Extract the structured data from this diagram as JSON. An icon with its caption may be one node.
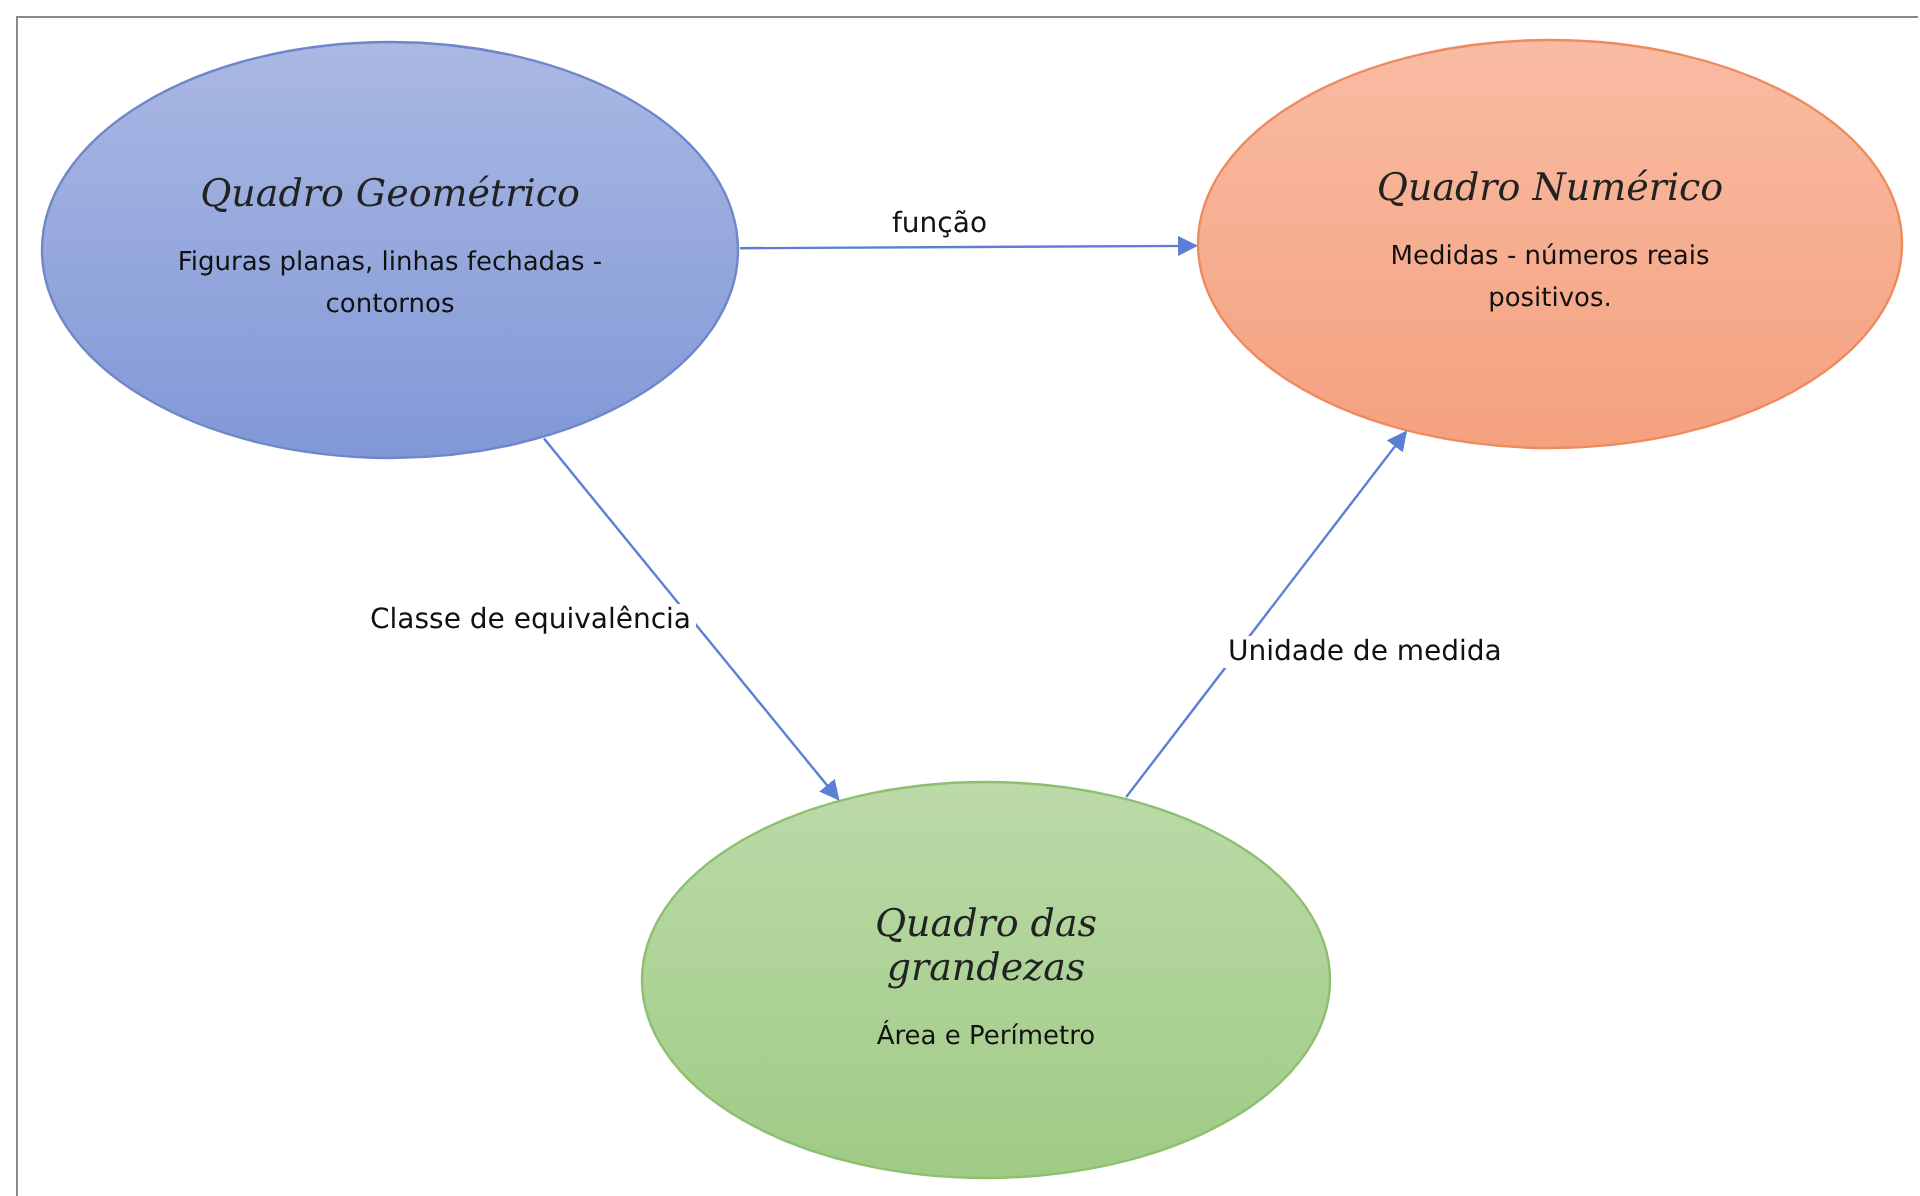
{
  "diagram": {
    "nodes": [
      {
        "text": [
          "Quadro Geométrico",
          "Figuras planas, linhas fechadas - contornos"
        ]
      },
      {
        "text": [
          "Quadro Numérico",
          "Medidas - números reais positivos."
        ]
      },
      {
        "text": [
          "Quadro das grandezas",
          "Área e Perímetro"
        ]
      }
    ],
    "edges": [
      {
        "from": 0,
        "to": 1,
        "arrow": "to",
        "label": "função"
      },
      {
        "from": 0,
        "to": 2,
        "arrow": "to",
        "label": "Classe de equivalência"
      },
      {
        "from": 2,
        "to": 1,
        "arrow": "to",
        "label": "Unidade de medida"
      }
    ]
  }
}
